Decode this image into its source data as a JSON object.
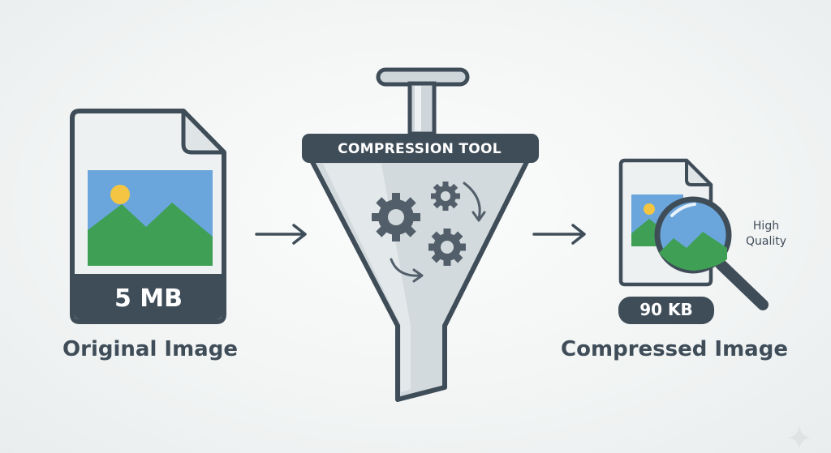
{
  "original": {
    "size_label": "5 MB",
    "caption": "Original Image"
  },
  "tool": {
    "label": "COMPRESSION TOOL"
  },
  "compressed": {
    "size_label": "90 KB",
    "caption": "Compressed Image",
    "quality_line1": "High",
    "quality_line2": "Quality"
  },
  "icons": {
    "original": "image-file-icon",
    "tool": "funnel-icon",
    "gears": "gears-icon",
    "compressed": "image-file-icon",
    "magnifier": "magnifying-glass-icon",
    "arrows": "arrow-right-icon",
    "sparkle": "sparkle-icon"
  },
  "colors": {
    "dark": "#3f4d59",
    "file_fill": "#eef1f2",
    "sky": "#6aa6dc",
    "hill": "#3f9f55",
    "sun": "#f4c542",
    "funnel": "#cfd6da"
  }
}
